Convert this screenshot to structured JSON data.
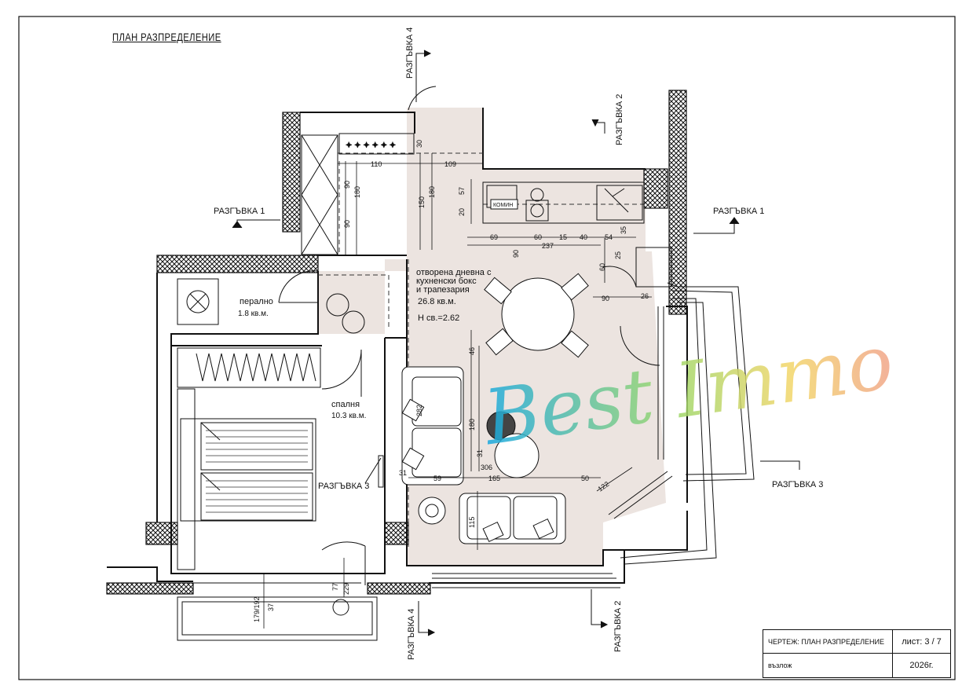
{
  "plan": {
    "title": "ПЛАН РАЗПРЕДЕЛЕНИЕ"
  },
  "sections": {
    "s1_left": "РАЗГЪВКА 1",
    "s1_right": "РАЗГЪВКА 1",
    "s2_top": "РАЗГЪВКА 2",
    "s2_bottom": "РАЗГЪВКА 2",
    "s3_left": "РАЗГЪВКА 3",
    "s3_right": "РАЗГЪВКА 3",
    "s4_top": "РАЗГЪВКА 4",
    "s4_bottom": "РАЗГЪВКА 4"
  },
  "rooms": {
    "laundry": {
      "name": "перално",
      "area": "1.8 кв.м."
    },
    "bedroom": {
      "name": "спалня",
      "area": "10.3 кв.м."
    },
    "living": {
      "line1": "отворена дневна с",
      "line2": "кухненски бокс",
      "line3": "и трапезария",
      "area": "26.8 кв.м.",
      "height": "H св.=2.62"
    }
  },
  "labels": {
    "hood": "КОМИН"
  },
  "dimensions": {
    "d30": "30",
    "d110": "110",
    "d109": "109",
    "d90a": "90",
    "d180a": "180",
    "d150": "150",
    "d180b": "180",
    "d90b": "90",
    "d57": "57",
    "d20": "20",
    "d69": "69",
    "d60": "60",
    "d15": "15",
    "d40": "40",
    "d54": "54",
    "d35": "35",
    "d237": "237",
    "d90c": "90",
    "d25": "25",
    "d60b": "60",
    "d90d": "90",
    "d26": "26",
    "d46": "46",
    "d282": "282",
    "d180c": "180",
    "d31": "31",
    "d306": "306",
    "d59": "59",
    "d165": "165",
    "d50": "50",
    "d122": "122",
    "d115": "115",
    "d77": "77",
    "d229": "229",
    "d1792": "179/192",
    "d37": "37",
    "d31b": "31"
  },
  "watermark": {
    "text": "Best Immo",
    "color": "#3fb6e0"
  },
  "title_block": {
    "drawing_label": "ЧЕРТЕЖ:   ПЛАН РАЗПРЕДЕЛЕНИЕ",
    "sheet": "лист: 3 / 7",
    "client_label": "възлож",
    "year": "2026г."
  },
  "colors": {
    "floor_fill": "#ece4e0",
    "line": "#111111"
  }
}
